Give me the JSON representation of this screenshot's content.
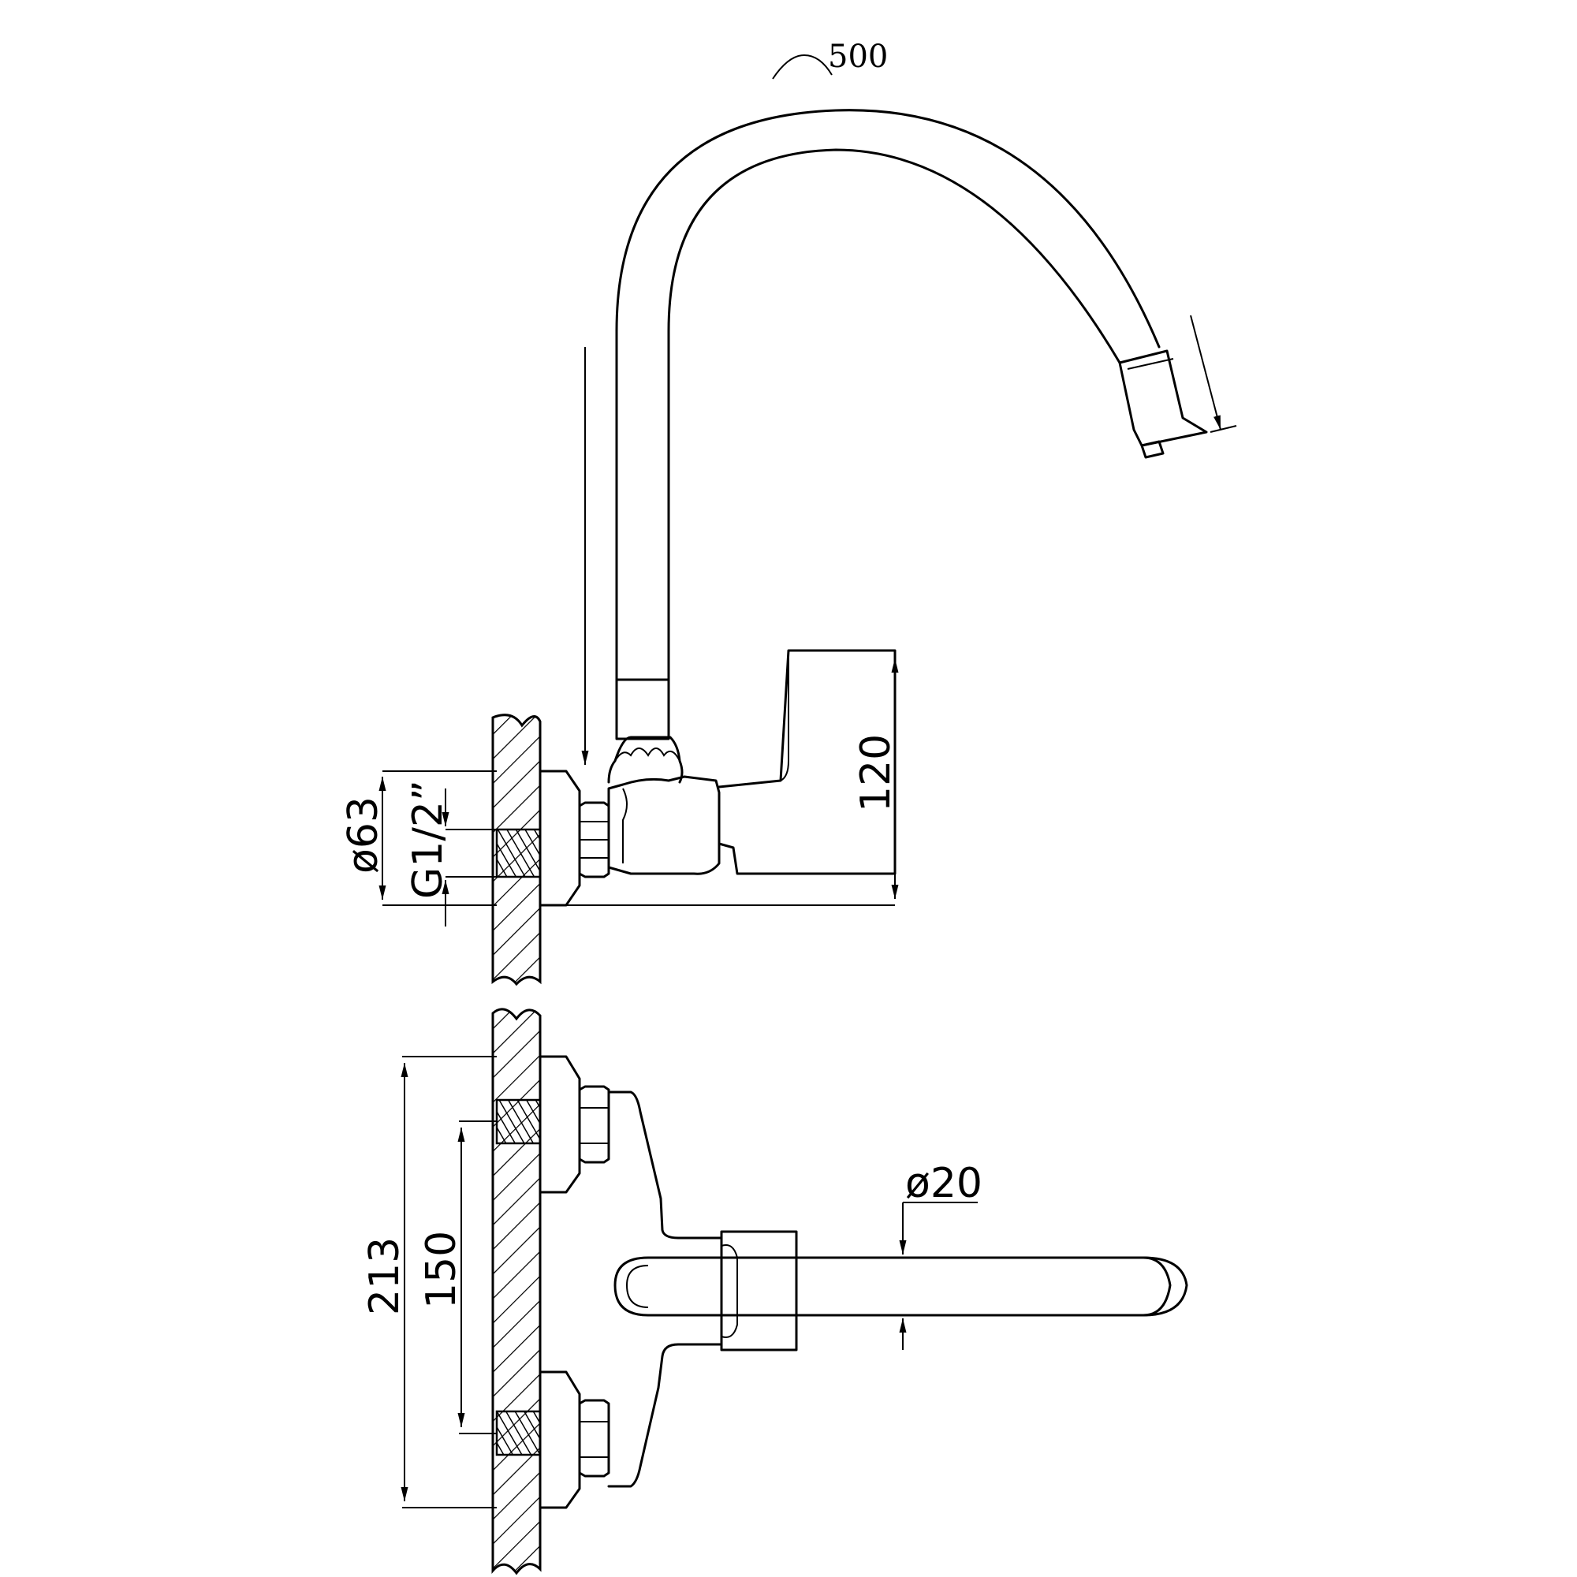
{
  "dimensions": {
    "spout_reach": "500",
    "height": "120",
    "flange_diameter": "ø63",
    "thread": "G1/2”",
    "total_width": "213",
    "mount_spacing": "150",
    "spout_diameter": "ø20"
  }
}
